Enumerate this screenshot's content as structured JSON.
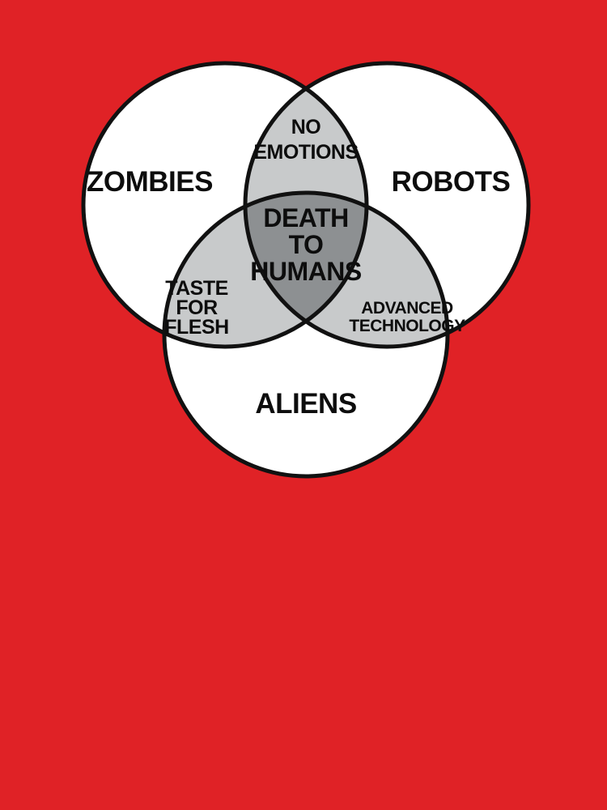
{
  "poster": {
    "background_color": "#e02226",
    "diagram_type": "venn-3-set"
  },
  "colors": {
    "background_red": "#e02226",
    "circle_fill": "#ffffff",
    "circle_stroke": "#111111",
    "pair_overlap_gray": "#c8cacb",
    "triple_overlap_gray": "#8d9092",
    "text_black": "#0d0d0d"
  },
  "sets": {
    "zombies": {
      "label": "ZOMBIES"
    },
    "robots": {
      "label": "ROBOTS"
    },
    "aliens": {
      "label": "ALIENS"
    }
  },
  "intersections": {
    "zombies_robots": {
      "lines": [
        "NO",
        "EMOTIONS"
      ]
    },
    "zombies_aliens": {
      "lines": [
        "TASTE",
        "FOR",
        "FLESH"
      ]
    },
    "robots_aliens": {
      "lines": [
        "ADVANCED",
        "TECHNOLOGY"
      ]
    },
    "all_three": {
      "lines": [
        "DEATH",
        "TO",
        "HUMANS"
      ]
    }
  },
  "chart_data": {
    "type": "venn",
    "title": "",
    "sets": [
      "ZOMBIES",
      "ROBOTS",
      "ALIENS"
    ],
    "regions": [
      {
        "members": [
          "ZOMBIES"
        ],
        "label": "ZOMBIES",
        "fill": "#ffffff"
      },
      {
        "members": [
          "ROBOTS"
        ],
        "label": "ROBOTS",
        "fill": "#ffffff"
      },
      {
        "members": [
          "ALIENS"
        ],
        "label": "ALIENS",
        "fill": "#ffffff"
      },
      {
        "members": [
          "ZOMBIES",
          "ROBOTS"
        ],
        "label": "NO EMOTIONS",
        "fill": "#c8cacb"
      },
      {
        "members": [
          "ZOMBIES",
          "ALIENS"
        ],
        "label": "TASTE FOR FLESH",
        "fill": "#c8cacb"
      },
      {
        "members": [
          "ROBOTS",
          "ALIENS"
        ],
        "label": "ADVANCED TECHNOLOGY",
        "fill": "#c8cacb"
      },
      {
        "members": [
          "ZOMBIES",
          "ROBOTS",
          "ALIENS"
        ],
        "label": "DEATH TO HUMANS",
        "fill": "#8d9092"
      }
    ],
    "geometry": {
      "zombies_center": [
        278,
        253
      ],
      "robots_center": [
        478,
        253
      ],
      "aliens_center": [
        378,
        413
      ],
      "radius": 175
    }
  }
}
